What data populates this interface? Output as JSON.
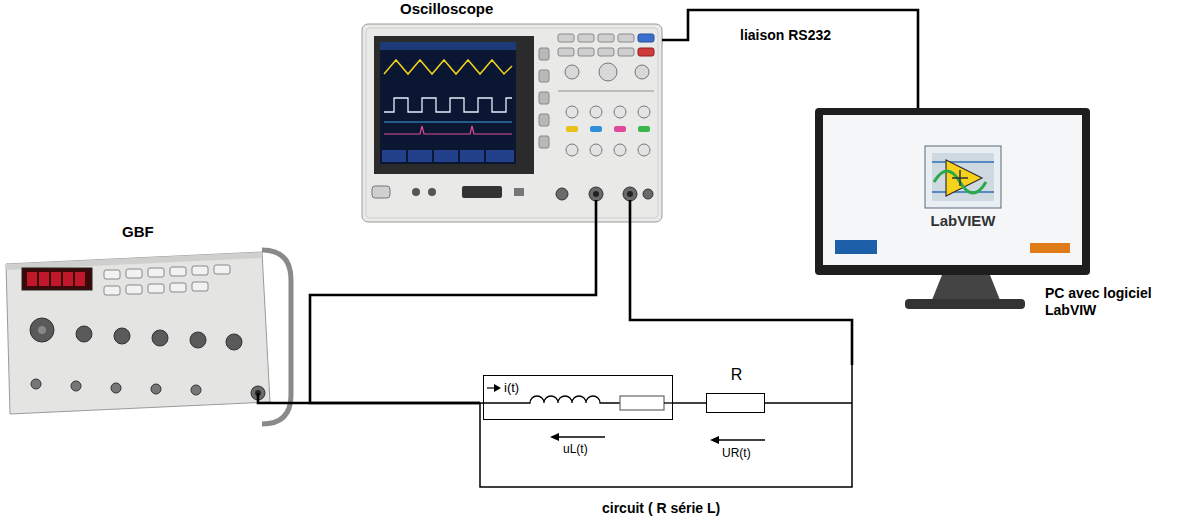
{
  "diagram": {
    "nodes": [
      {
        "text": [
          "Oscilloscope"
        ]
      },
      {
        "text": [
          "LabVIEW",
          "PC avec logiciel LabVIW"
        ]
      },
      {
        "text": [
          "GBF"
        ]
      },
      {
        "text": [
          "circuit ( R série L)"
        ]
      },
      {
        "text": [
          "i(t)"
        ],
        "in": 3
      },
      {
        "text": [
          "R"
        ],
        "in": 3
      }
    ],
    "edges": [
      {
        "from": 0,
        "to": 1,
        "label": "liaison RS232",
        "arrow": "none"
      },
      {
        "from": 2,
        "to": 3,
        "arrow": "none"
      },
      {
        "from": 0,
        "to": 3,
        "arrow": "none"
      },
      {
        "from": 0,
        "to": 3,
        "arrow": "none"
      },
      {
        "from": 4,
        "to": 5,
        "arrow": "none"
      }
    ],
    "labels": [
      "uL(t)",
      "UR(t)"
    ]
  }
}
